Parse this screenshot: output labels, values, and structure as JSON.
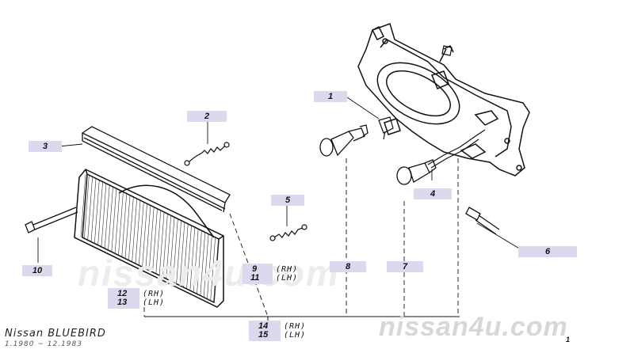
{
  "watermark_center": "nissan4u.com",
  "watermark_corner": "nissan4u.com",
  "model_title": "Nissan BLUEBIRD",
  "model_dates": "1.1980 ~ 12.1983",
  "callouts": {
    "c1": "1",
    "c2": "2",
    "c3": "3",
    "c4": "4",
    "c5": "5",
    "c6": "6",
    "c7": "7",
    "c8": "8",
    "c9": "9",
    "c10": "10",
    "c11": "11",
    "c12": "12",
    "c13": "13",
    "c14": "14",
    "c15": "15"
  },
  "sides": {
    "rh": "(RH)",
    "lh": "(LH)"
  },
  "page_mark": "1"
}
